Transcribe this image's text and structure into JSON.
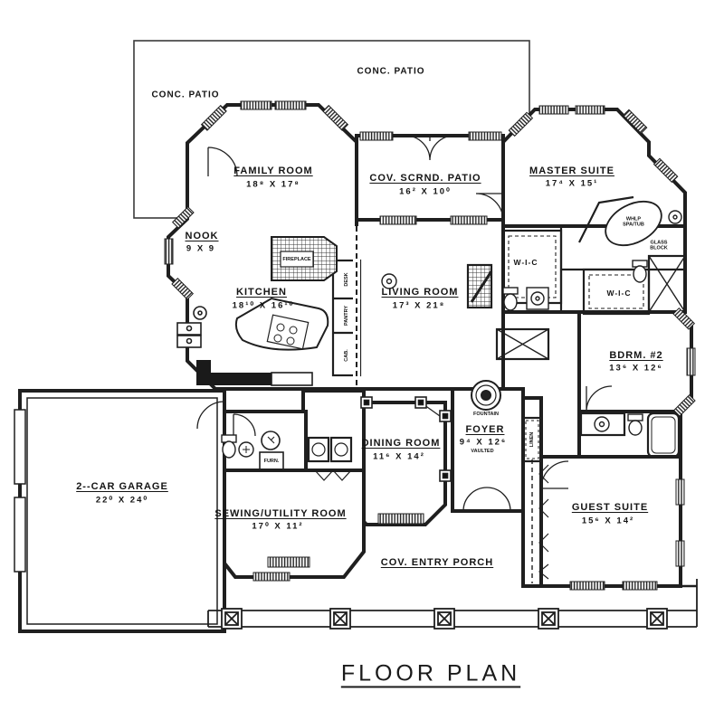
{
  "title": "FLOOR PLAN",
  "areas": {
    "conc_patio_top": {
      "label": "CONC. PATIO"
    },
    "conc_patio_left": {
      "label": "CONC. PATIO"
    },
    "family_room": {
      "label": "FAMILY ROOM",
      "dims": "18⁸ X 17⁸"
    },
    "cov_scrnd_patio": {
      "label": "COV. SCRND. PATIO",
      "dims": "16² X 10⁰"
    },
    "master_suite": {
      "label": "MASTER SUITE",
      "dims": "17⁴ X 15¹"
    },
    "nook": {
      "label": "NOOK",
      "dims": "9 X 9"
    },
    "kitchen": {
      "label": "KITCHEN",
      "dims": "18¹⁰ X 16¹⁰"
    },
    "living_room": {
      "label": "LIVING ROOM",
      "dims": "17³ X 21⁸"
    },
    "wic_master": {
      "label": "W-I-C"
    },
    "wic_2": {
      "label": "W-I-C"
    },
    "glass_block": {
      "label": "GLASS\nBLOCK"
    },
    "bdrm_2": {
      "label": "BDRM. #2",
      "dims": "13⁶ X 12⁶"
    },
    "garage": {
      "label": "2--CAR GARAGE",
      "dims": "22⁰ X 24⁰"
    },
    "dining_room": {
      "label": "DINING ROOM",
      "dims": "11⁶ X 14²"
    },
    "foyer": {
      "label": "FOYER",
      "dims": "9⁴ X 12⁶",
      "note": "VAULTED"
    },
    "fountain": {
      "label": "FOUNTAIN"
    },
    "linen": {
      "label": "LINEN"
    },
    "guest_suite": {
      "label": "GUEST SUITE",
      "dims": "15⁶ X 14²"
    },
    "sewing_room": {
      "label": "SEWING/UTILITY ROOM",
      "dims": "17⁰ X 11²"
    },
    "entry_porch": {
      "label": "COV. ENTRY PORCH"
    },
    "furnace": {
      "label": "FURN."
    },
    "spa_tub": {
      "label": "WHLP\nSPA/TUB"
    },
    "fireplace": {
      "label": "FIREPLACE"
    },
    "desk": {
      "label": "DESK"
    },
    "pantry": {
      "label": "PANTRY"
    },
    "cab": {
      "label": "CAB."
    }
  },
  "colors": {
    "ink": "#1f1f1f",
    "paper": "#ffffff"
  }
}
